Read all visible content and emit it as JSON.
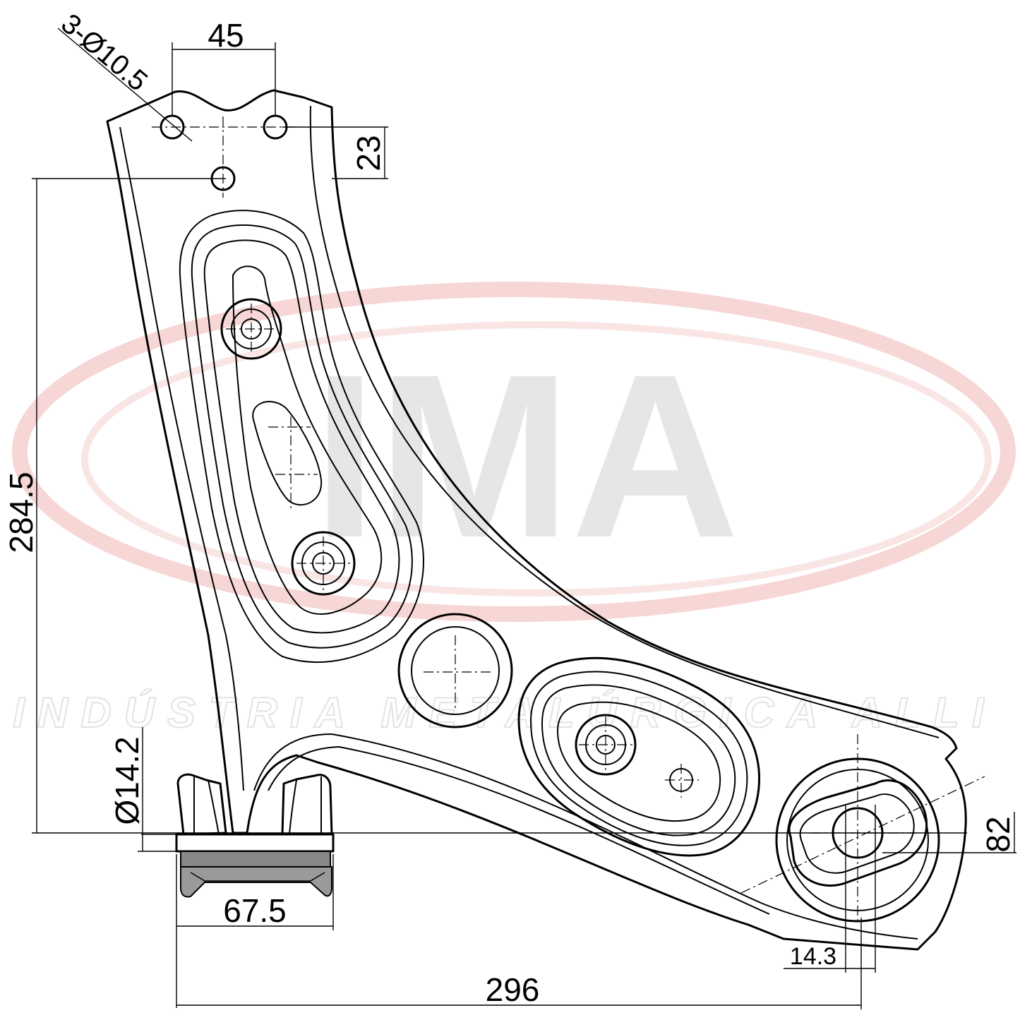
{
  "watermark": {
    "logo_text": "IMA",
    "tagline": "INDÚSTRIA METALÚRGICA ALLI",
    "ring_color": "#f4c4c4",
    "letter_color": "#e6e6e6"
  },
  "dimensions": {
    "hole_pattern": "3-Ø10.5",
    "hole_spacing": "45",
    "hole_offset": "23",
    "overall_height": "284.5",
    "bushing_diameter": "Ø14.2",
    "bushing_width": "67.5",
    "ball_joint_offset": "82",
    "ball_joint_width": "14.3",
    "overall_width": "296"
  },
  "colors": {
    "line": "#000000",
    "background": "#ffffff"
  }
}
